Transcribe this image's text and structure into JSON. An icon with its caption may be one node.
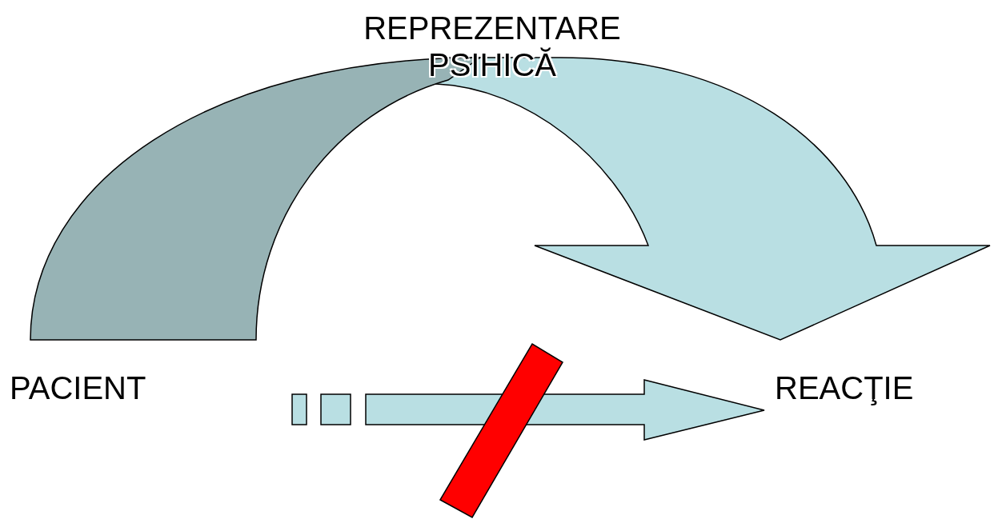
{
  "diagram": {
    "nodes": [
      {
        "text": [
          "PACIENT"
        ]
      },
      {
        "text": [
          "REPREZENTARE PSIHICĂ"
        ]
      },
      {
        "text": [
          "REACŢIE"
        ]
      },
      {
        "text": [],
        "shape": "bar"
      }
    ],
    "edges": [
      {
        "from": 0,
        "to": 1,
        "arrow": "none",
        "color": "#97b3b5"
      },
      {
        "from": 1,
        "to": 2,
        "arrow": "to"
      },
      {
        "from": 0,
        "to": 2,
        "arrow": "to",
        "style": "dashed"
      }
    ]
  }
}
